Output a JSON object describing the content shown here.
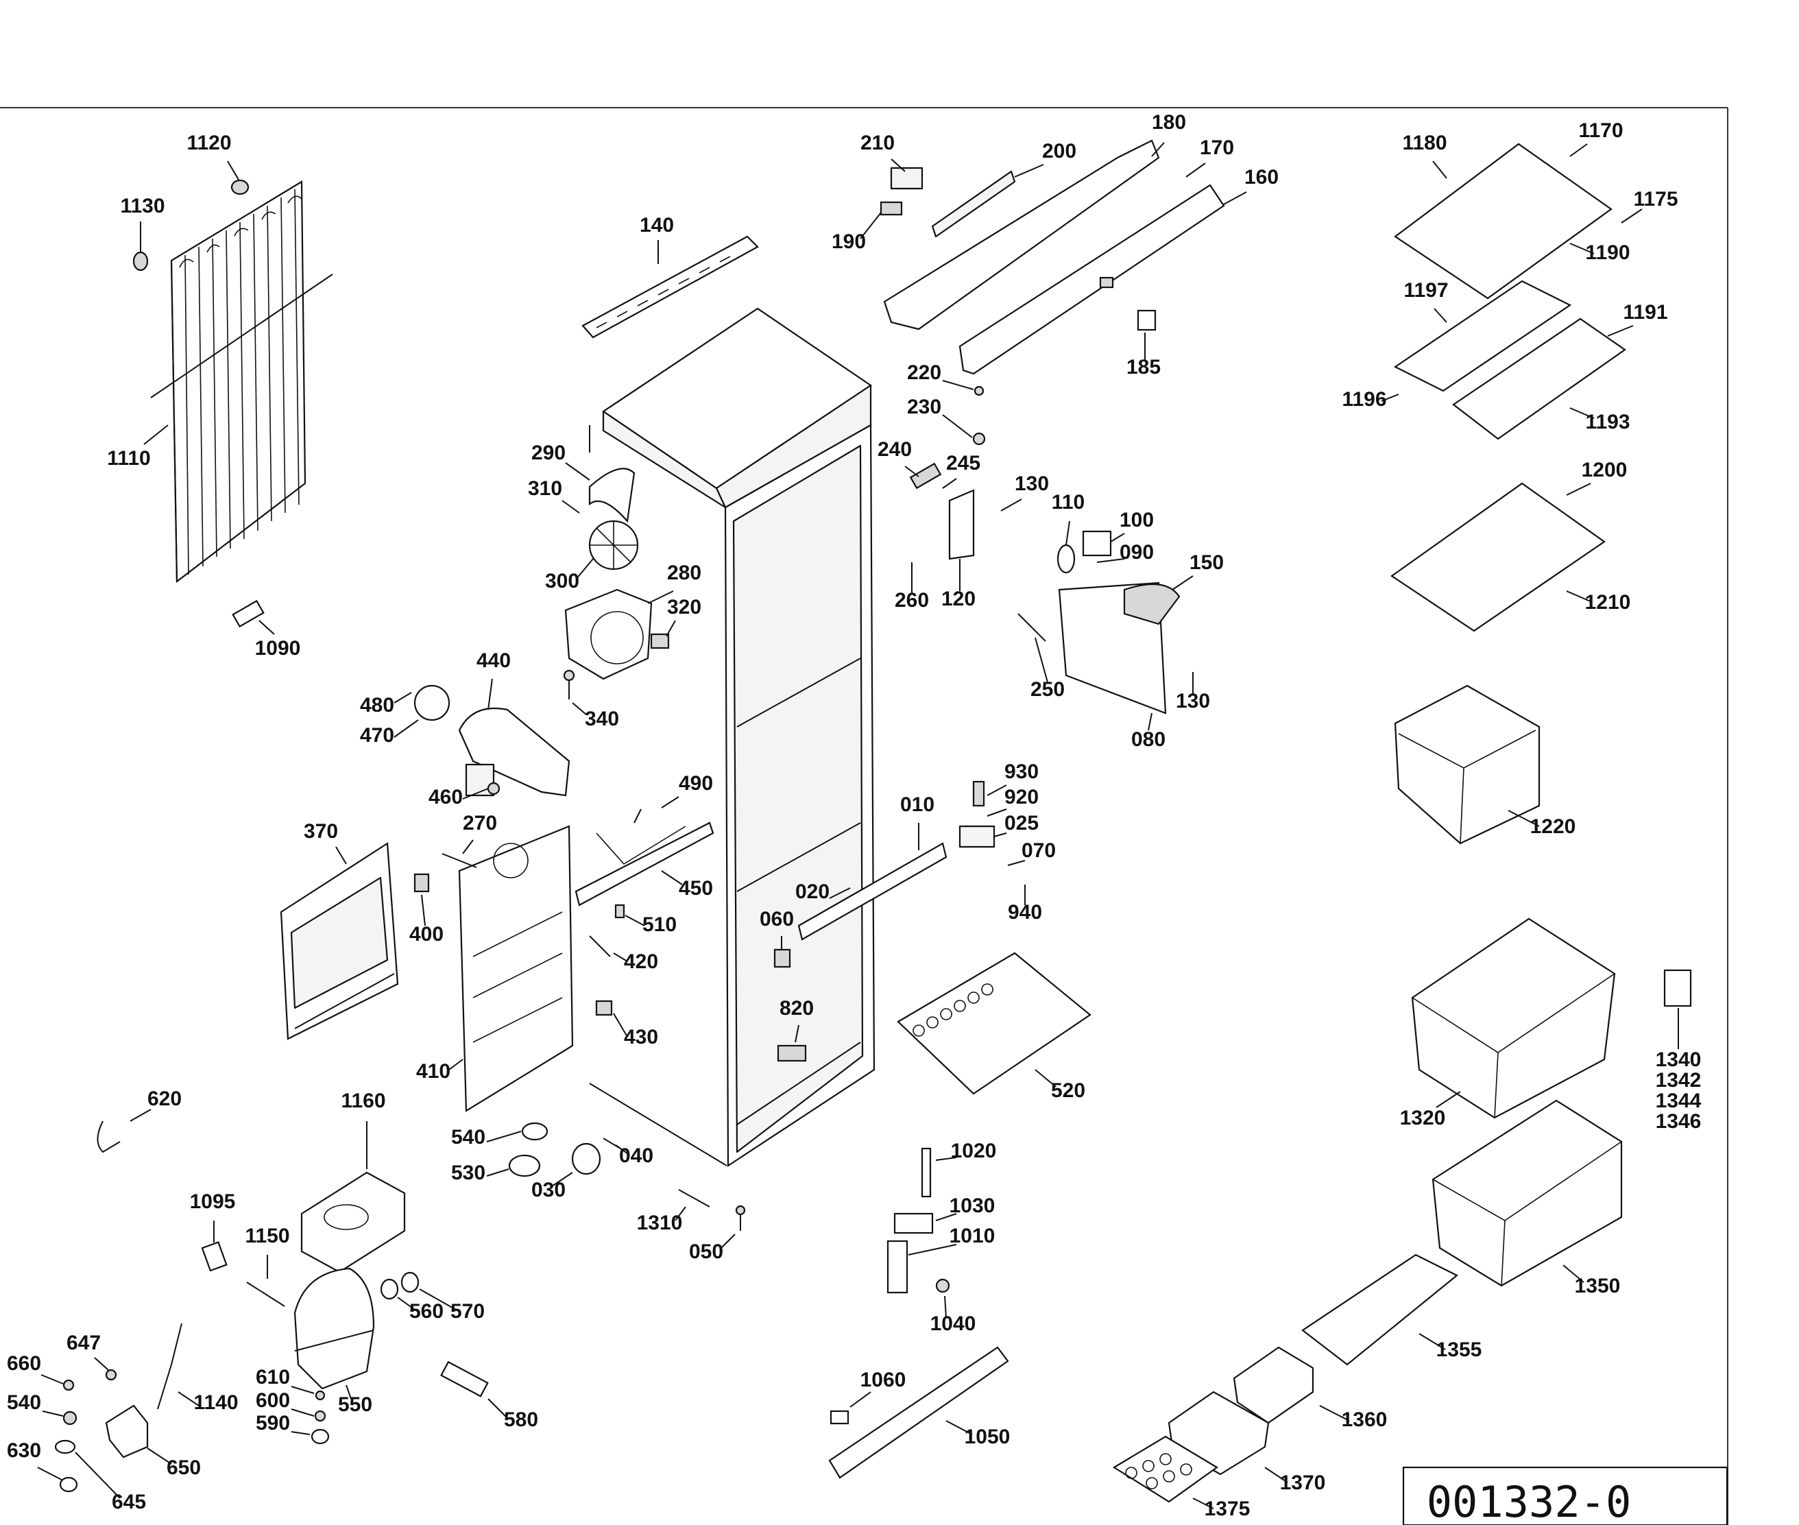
{
  "drawing_number": "001332-0",
  "callouts": [
    {
      "id": "1120",
      "label": "1120"
    },
    {
      "id": "1130",
      "label": "1130"
    },
    {
      "id": "1110",
      "label": "1110"
    },
    {
      "id": "1090",
      "label": "1090"
    },
    {
      "id": "140",
      "label": "140"
    },
    {
      "id": "290",
      "label": "290"
    },
    {
      "id": "310",
      "label": "310"
    },
    {
      "id": "300",
      "label": "300"
    },
    {
      "id": "280",
      "label": "280"
    },
    {
      "id": "320",
      "label": "320"
    },
    {
      "id": "340",
      "label": "340"
    },
    {
      "id": "440",
      "label": "440"
    },
    {
      "id": "480",
      "label": "480"
    },
    {
      "id": "470",
      "label": "470"
    },
    {
      "id": "460",
      "label": "460"
    },
    {
      "id": "370",
      "label": "370"
    },
    {
      "id": "270",
      "label": "270"
    },
    {
      "id": "400",
      "label": "400"
    },
    {
      "id": "410",
      "label": "410"
    },
    {
      "id": "490",
      "label": "490"
    },
    {
      "id": "450",
      "label": "450"
    },
    {
      "id": "510",
      "label": "510"
    },
    {
      "id": "420",
      "label": "420"
    },
    {
      "id": "430",
      "label": "430"
    },
    {
      "id": "210",
      "label": "210"
    },
    {
      "id": "200",
      "label": "200"
    },
    {
      "id": "190",
      "label": "190"
    },
    {
      "id": "180",
      "label": "180"
    },
    {
      "id": "170",
      "label": "170"
    },
    {
      "id": "160",
      "label": "160"
    },
    {
      "id": "185",
      "label": "185"
    },
    {
      "id": "220",
      "label": "220"
    },
    {
      "id": "230",
      "label": "230"
    },
    {
      "id": "240",
      "label": "240"
    },
    {
      "id": "245",
      "label": "245"
    },
    {
      "id": "130a",
      "label": "130"
    },
    {
      "id": "260",
      "label": "260"
    },
    {
      "id": "120",
      "label": "120"
    },
    {
      "id": "110",
      "label": "110"
    },
    {
      "id": "100",
      "label": "100"
    },
    {
      "id": "090",
      "label": "090"
    },
    {
      "id": "150",
      "label": "150"
    },
    {
      "id": "250",
      "label": "250"
    },
    {
      "id": "130b",
      "label": "130"
    },
    {
      "id": "080",
      "label": "080"
    },
    {
      "id": "010",
      "label": "010"
    },
    {
      "id": "930",
      "label": "930"
    },
    {
      "id": "920",
      "label": "920"
    },
    {
      "id": "025",
      "label": "025"
    },
    {
      "id": "070",
      "label": "070"
    },
    {
      "id": "940",
      "label": "940"
    },
    {
      "id": "020",
      "label": "020"
    },
    {
      "id": "060",
      "label": "060"
    },
    {
      "id": "820",
      "label": "820"
    },
    {
      "id": "520",
      "label": "520"
    },
    {
      "id": "1180",
      "label": "1180"
    },
    {
      "id": "1170",
      "label": "1170"
    },
    {
      "id": "1175",
      "label": "1175"
    },
    {
      "id": "1190",
      "label": "1190"
    },
    {
      "id": "1197",
      "label": "1197"
    },
    {
      "id": "1191",
      "label": "1191"
    },
    {
      "id": "1196",
      "label": "1196"
    },
    {
      "id": "1193",
      "label": "1193"
    },
    {
      "id": "1200",
      "label": "1200"
    },
    {
      "id": "1210",
      "label": "1210"
    },
    {
      "id": "1220",
      "label": "1220"
    },
    {
      "id": "1320",
      "label": "1320"
    },
    {
      "id": "1340",
      "label": "1340"
    },
    {
      "id": "1342",
      "label": "1342"
    },
    {
      "id": "1344",
      "label": "1344"
    },
    {
      "id": "1346",
      "label": "1346"
    },
    {
      "id": "1350",
      "label": "1350"
    },
    {
      "id": "1355",
      "label": "1355"
    },
    {
      "id": "1360",
      "label": "1360"
    },
    {
      "id": "1370",
      "label": "1370"
    },
    {
      "id": "1375",
      "label": "1375"
    },
    {
      "id": "620",
      "label": "620"
    },
    {
      "id": "1160",
      "label": "1160"
    },
    {
      "id": "540a",
      "label": "540"
    },
    {
      "id": "530",
      "label": "530"
    },
    {
      "id": "030",
      "label": "030"
    },
    {
      "id": "040",
      "label": "040"
    },
    {
      "id": "1310",
      "label": "1310"
    },
    {
      "id": "050",
      "label": "050"
    },
    {
      "id": "1020",
      "label": "1020"
    },
    {
      "id": "1030",
      "label": "1030"
    },
    {
      "id": "1010",
      "label": "1010"
    },
    {
      "id": "1040",
      "label": "1040"
    },
    {
      "id": "1060",
      "label": "1060"
    },
    {
      "id": "1050",
      "label": "1050"
    },
    {
      "id": "1095",
      "label": "1095"
    },
    {
      "id": "1150",
      "label": "1150"
    },
    {
      "id": "560",
      "label": "560"
    },
    {
      "id": "570",
      "label": "570"
    },
    {
      "id": "610",
      "label": "610"
    },
    {
      "id": "600",
      "label": "600"
    },
    {
      "id": "590",
      "label": "590"
    },
    {
      "id": "550",
      "label": "550"
    },
    {
      "id": "580",
      "label": "580"
    },
    {
      "id": "660",
      "label": "660"
    },
    {
      "id": "647",
      "label": "647"
    },
    {
      "id": "540b",
      "label": "540"
    },
    {
      "id": "1140",
      "label": "1140"
    },
    {
      "id": "630",
      "label": "630"
    },
    {
      "id": "650",
      "label": "650"
    },
    {
      "id": "645",
      "label": "645"
    }
  ]
}
